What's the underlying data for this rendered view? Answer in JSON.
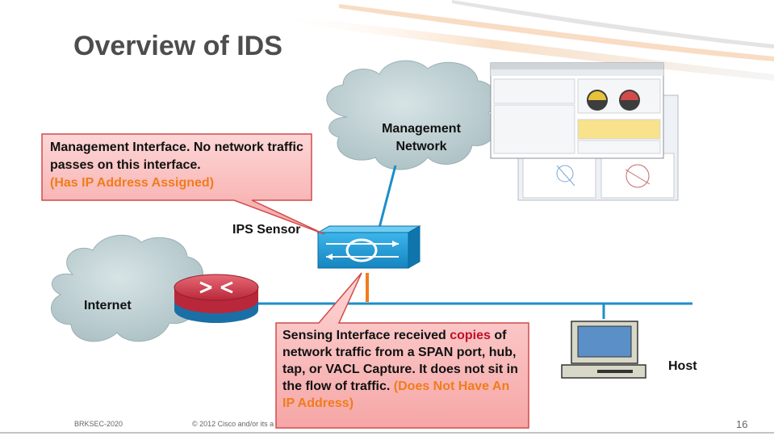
{
  "title": "Overview of IDS",
  "labels": {
    "management_network": "Management Network",
    "ips_sensor": "IPS Sensor",
    "internet": "Internet",
    "host": "Host"
  },
  "callout_management": {
    "line1": "Management Interface.  No network traffic passes on this interface.",
    "line2": "(Has IP Address Assigned)"
  },
  "callout_sensing": {
    "part1": "Sensing Interface received ",
    "part2": "copies",
    "part3": " of network traffic from a SPAN port, hub, tap, or VACL Capture.  It does not sit in the flow of traffic. ",
    "part4": " (Does Not Have An IP Address)"
  },
  "footer": {
    "session": "BRKSEC-2020",
    "copyright": "© 2012 Cisco and/or its a",
    "page": "16"
  },
  "colors": {
    "title": "#4d4d4d",
    "link_blue": "#1b8fc9",
    "callout_fill": "#f9b9b9",
    "callout_border": "#d24a4a",
    "accent_orange": "#f07c1c",
    "accent_red": "#c0102a",
    "sensor_blue": "#1fa2de"
  }
}
